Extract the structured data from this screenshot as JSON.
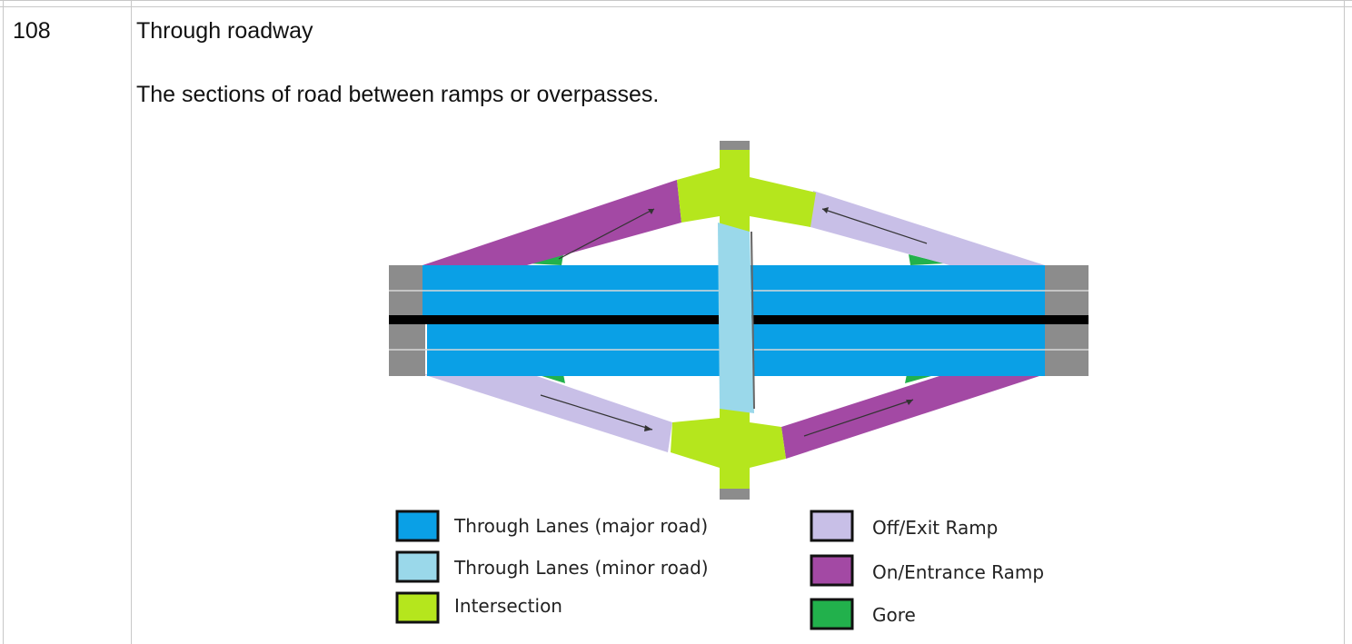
{
  "row": {
    "id": "108",
    "title": "Through roadway",
    "description": "The sections of road between ramps or overpasses."
  },
  "diagram": {
    "colors": {
      "major": "#0aa0e6",
      "minor": "#9ad8ea",
      "intersection": "#b5e61d",
      "off_ramp": "#c8bfe7",
      "on_ramp": "#a349a4",
      "gore": "#22b14c",
      "pavement": "#8c8c8c",
      "median": "#000000"
    },
    "legend": [
      {
        "label": "Through Lanes (major road)",
        "color": "#0aa0e6"
      },
      {
        "label": "Through Lanes (minor road)",
        "color": "#9ad8ea"
      },
      {
        "label": "Intersection",
        "color": "#b5e61d"
      },
      {
        "label": "Off/Exit Ramp",
        "color": "#c8bfe7"
      },
      {
        "label": "On/Entrance Ramp",
        "color": "#a349a4"
      },
      {
        "label": "Gore",
        "color": "#22b14c"
      }
    ]
  }
}
